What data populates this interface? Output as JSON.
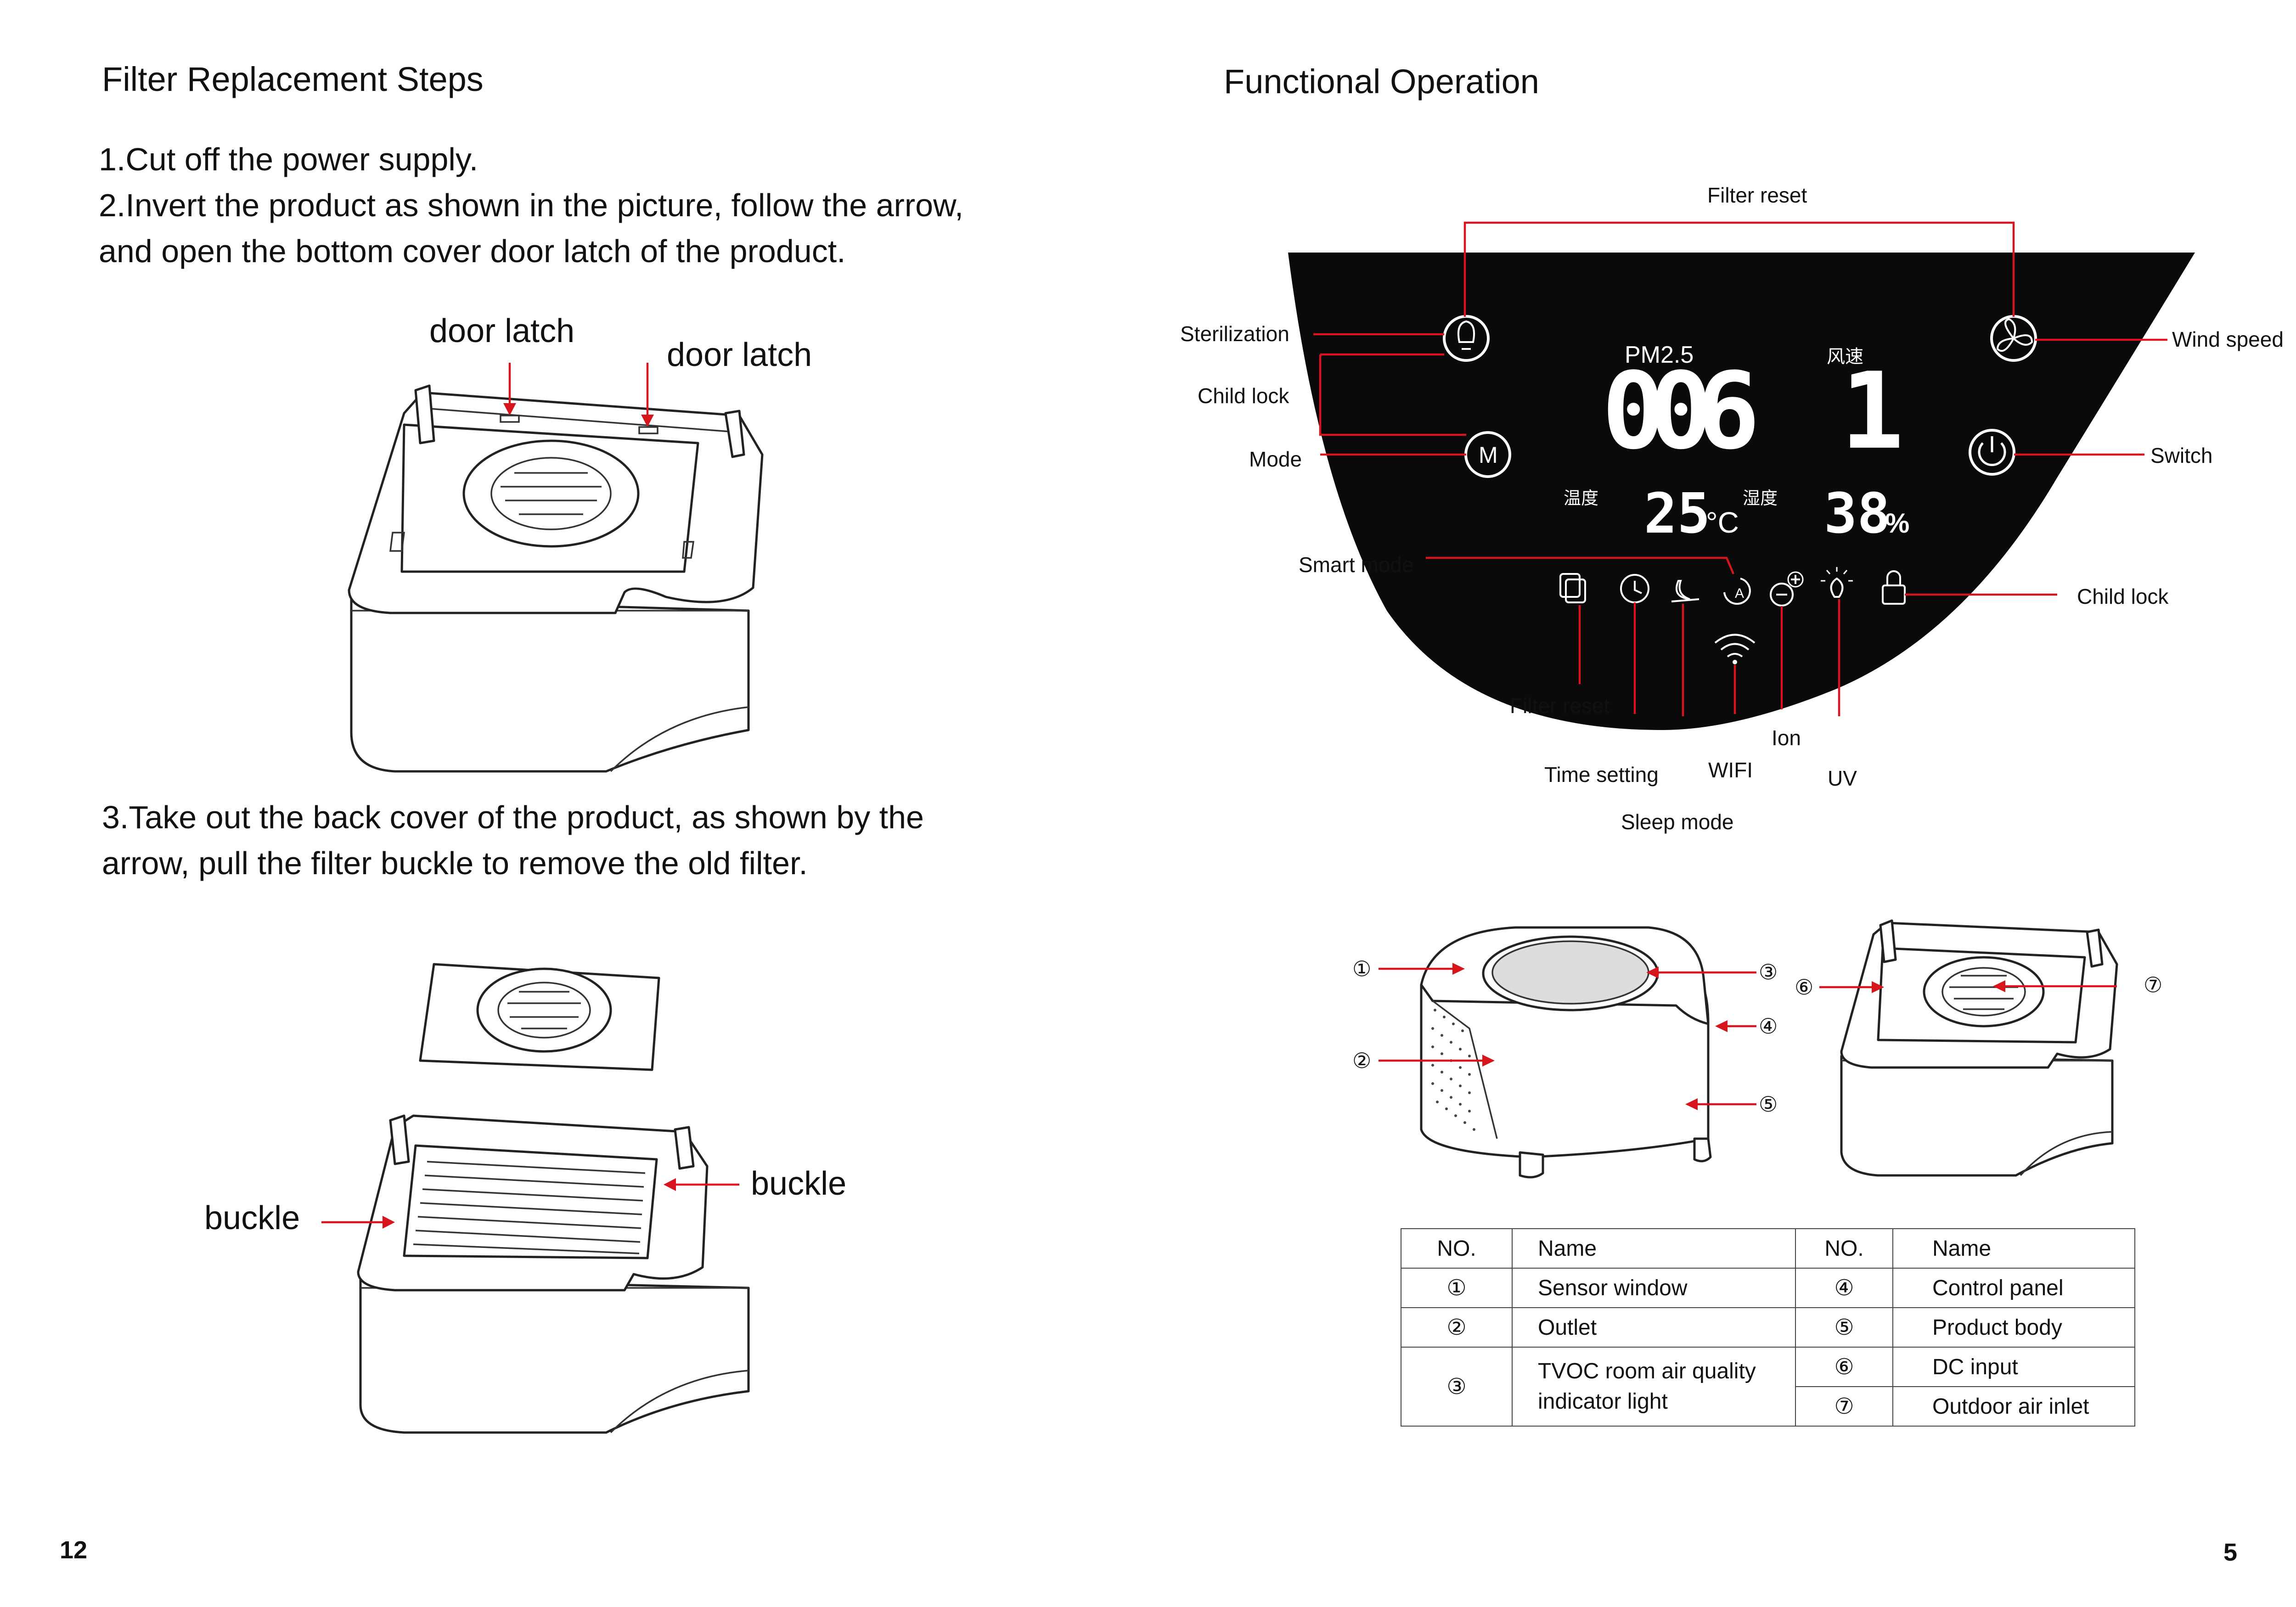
{
  "left": {
    "title": "Filter Replacement Steps",
    "step1": "1.Cut off the power supply.",
    "step2a": "2.Invert the product as shown in the picture, follow the arrow,",
    "step2b": "and open the bottom cover door latch of the product.",
    "latch1": "door latch",
    "latch2": "door latch",
    "step3a": "3.Take out the back cover of the product, as shown by the",
    "step3b": "arrow, pull the filter buckle to remove the old filter.",
    "buckle_left": "buckle",
    "buckle_right": "buckle",
    "page_number": "12"
  },
  "right": {
    "title": "Functional Operation",
    "labels": {
      "filter_reset_top": "Filter reset",
      "sterilization": "Sterilization",
      "child_lock_left": "Child lock",
      "mode": "Mode",
      "smart_mode": "Smart mode",
      "wind_speed": "Wind speed",
      "switch": "Switch",
      "child_lock_right": "Child lock",
      "filter_reset_bottom": "Filter reset",
      "time_setting": "Time setting",
      "wifi": "WIFI",
      "ion": "Ion",
      "uv": "UV",
      "sleep_mode": "Sleep mode"
    },
    "display": {
      "pm_label": "PM2.5",
      "pm_value": "006",
      "speed_label": "风速",
      "speed_value": "1",
      "temp_label": "温度",
      "temp_value": "25",
      "temp_unit": "°C",
      "humid_label": "湿度",
      "humid_value": "38",
      "humid_unit": "%",
      "mode_letter": "M"
    },
    "callouts": [
      "①",
      "②",
      "③",
      "④",
      "⑤",
      "⑥",
      "⑦"
    ],
    "table": {
      "headers": [
        "NO.",
        "Name",
        "NO.",
        "Name"
      ],
      "rows": [
        [
          "①",
          "Sensor window",
          "④",
          "Control panel"
        ],
        [
          "②",
          "Outlet",
          "⑤",
          "Product body"
        ],
        [
          "③",
          "TVOC room air quality",
          "⑥",
          "DC input"
        ],
        [
          "",
          "indicator light",
          "⑦",
          "Outdoor air inlet"
        ]
      ]
    },
    "page_number": "5"
  }
}
